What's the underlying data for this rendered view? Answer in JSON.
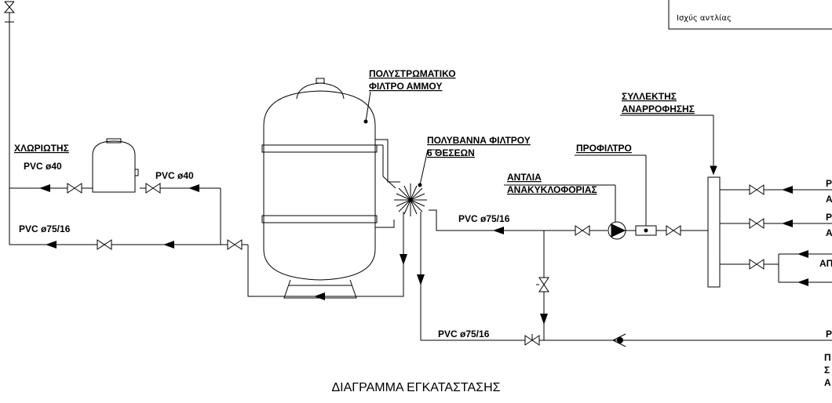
{
  "legend_box": {
    "text": "Ισχύς αντλίας"
  },
  "title": "ΔΙΑΓΡΑΜΜΑ ΕΓΚΑΤΑΣΤΑΣΗΣ",
  "labels": {
    "filter_line1": "ΠΟΛΥΣΤΡΩΜΑΤΙΚΟ",
    "filter_line2": "ΦΙΛΤΡΟ ΑΜΜΟΥ",
    "collector_line1": "ΣΥΛΛΕΚΤΗΣ",
    "collector_line2": "ΑΝΑΡΡΟΦΗΣΗΣ",
    "valve_line1": "ΠΟΛΥΒΑΝΝΑ ΦΙΛΤΡΟΥ",
    "valve_line2": "6 ΘΕΣΕΩΝ",
    "prefilter": "ΠΡΟΦΙΛΤΡΟ",
    "pump_line1": "ΑΝΤΛΙΑ",
    "pump_line2": "ΑΝΑΚΥΚΛΟΦΟΡΙΑΣ",
    "chlorinator": "ΧΛΩΡΙΩΤΗΣ",
    "pvc40_left": "PVC ø40",
    "pvc40_right": "PVC ø40",
    "pvc75_left": "PVC ø75/16",
    "pvc75_pump": "PVC ø75/16",
    "pvc75_bottom": "PVC ø75/16"
  },
  "cut_labels": {
    "r1_top": "P",
    "r1_bot": "A",
    "r2_top": "P",
    "r2_bot": "A",
    "r3": "ΑΠ",
    "r4": "P",
    "r5_a": "Π",
    "r5_b": "Σ",
    "r5_c": "Α"
  }
}
